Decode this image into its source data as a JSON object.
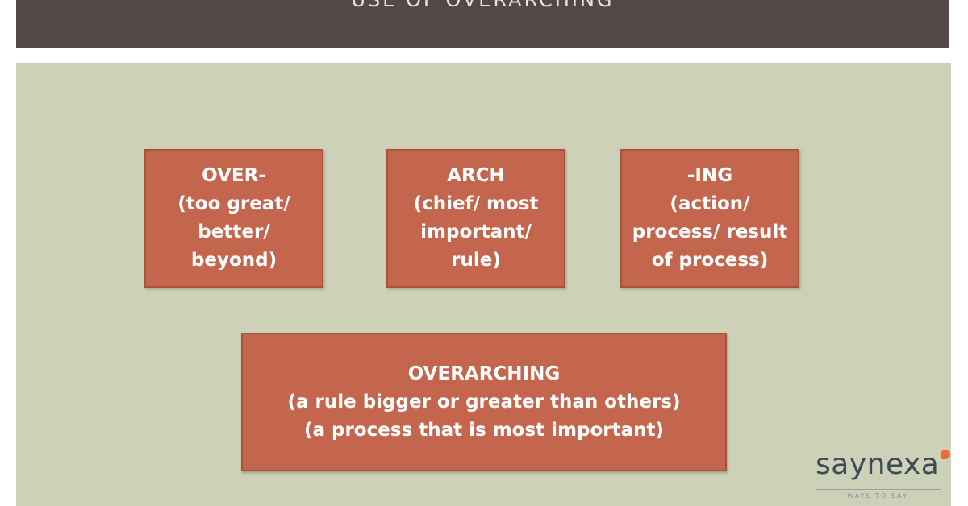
{
  "header": {
    "title": "USE OF OVERARCHING"
  },
  "boxes": {
    "over": {
      "lines": [
        "OVER-",
        "(too great/",
        "better/",
        "beyond)"
      ]
    },
    "arch": {
      "lines": [
        "ARCH",
        "(chief/ most",
        "important/",
        "rule)"
      ]
    },
    "ing": {
      "lines": [
        "-ING",
        "(action/",
        "process/ result",
        "of process)"
      ]
    },
    "overarching": {
      "lines": [
        "OVERARCHING",
        "(a rule bigger or greater than others)",
        "(a process that is most important)"
      ]
    }
  },
  "logo": {
    "wordmark": "saynexa",
    "tagline": "WAYS TO SAY"
  },
  "colors": {
    "title_bar": "#524946",
    "background": "#cdd1b7",
    "box_fill": "#c4664e",
    "box_border": "#a9533e",
    "box_text": "#ffffff",
    "logo_text": "#3e4b57",
    "logo_accent": "#ef6a3a"
  }
}
